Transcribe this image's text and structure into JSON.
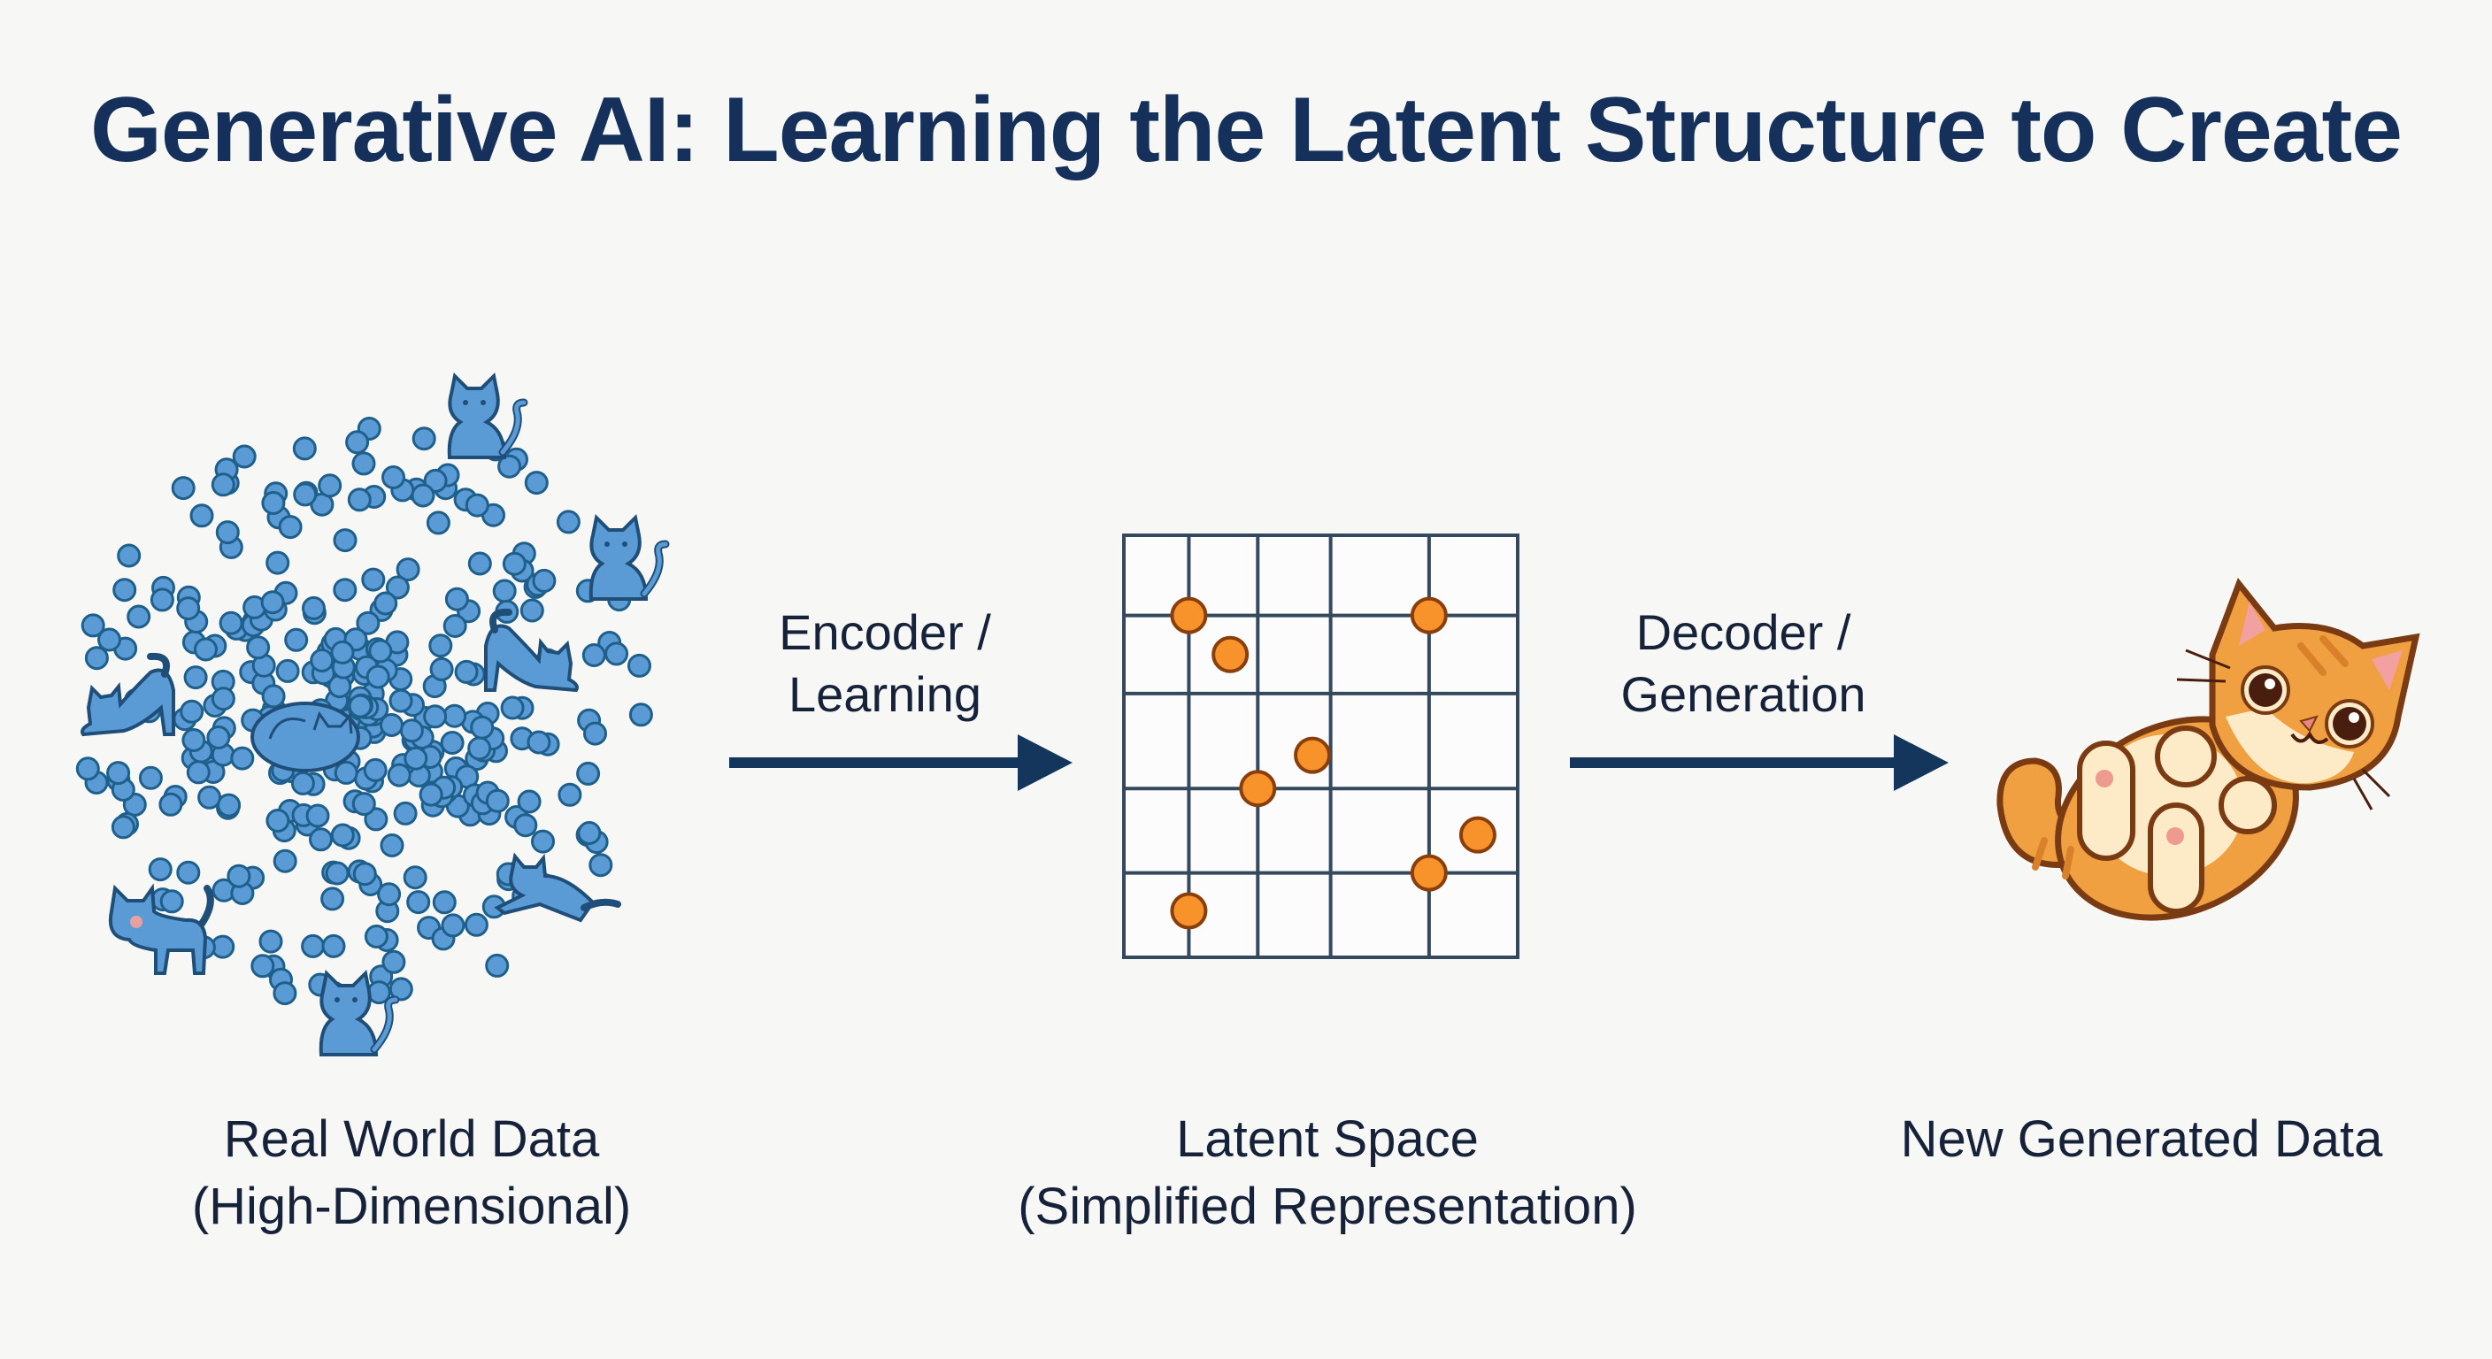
{
  "title": "Generative AI: Learning the Latent Structure to Create",
  "colors": {
    "title": "#15305a",
    "data_blue": "#5b9bd5",
    "data_blue_stroke": "#1f5f8b",
    "grid": "#34495e",
    "latent_orange": "#f7932a",
    "latent_orange_stroke": "#8a3e0c",
    "arrow": "#14365c",
    "cat_orange": "#f0a040",
    "background": "#f7f8f5"
  },
  "stages": [
    {
      "id": "real-world-data",
      "caption_line1": "Real World Data",
      "caption_line2": "(High-Dimensional)",
      "icons": [
        "cat-sitting-icon",
        "cat-sitting-icon",
        "cat-stretching-icon",
        "cat-stretching-icon",
        "cat-sleeping-icon",
        "cat-walking-icon",
        "cat-leaping-icon",
        "cat-sitting-icon"
      ]
    },
    {
      "id": "latent-space",
      "caption_line1": "Latent Space",
      "caption_line2": "(Simplified Representation)",
      "grid_columns": 5,
      "grid_rows": 5,
      "points": [
        {
          "col": 1.0,
          "row": 1.0
        },
        {
          "col": 4.0,
          "row": 1.0
        },
        {
          "col": 1.6,
          "row": 1.5
        },
        {
          "col": 2.75,
          "row": 2.65
        },
        {
          "col": 2.0,
          "row": 3.0
        },
        {
          "col": 4.55,
          "row": 3.55
        },
        {
          "col": 4.0,
          "row": 4.0
        },
        {
          "col": 1.0,
          "row": 4.45
        }
      ]
    },
    {
      "id": "new-generated-data",
      "caption_line1": "New Generated Data",
      "icon": "orange-cat-icon"
    }
  ],
  "arrows": [
    {
      "line1": "Encoder /",
      "line2": "Learning"
    },
    {
      "line1": "Decoder /",
      "line2": "Generation"
    }
  ]
}
